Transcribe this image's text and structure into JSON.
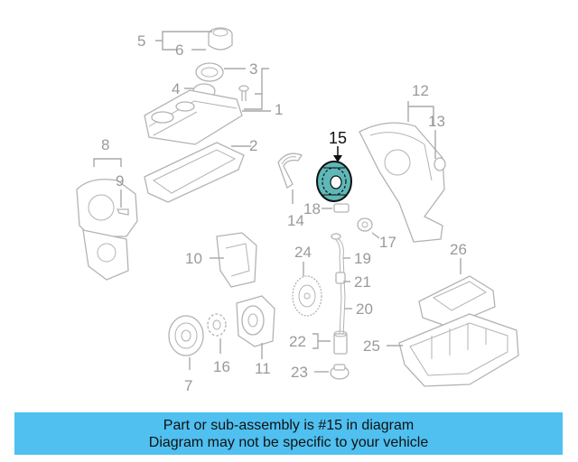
{
  "diagram": {
    "highlighted_part": "15",
    "labels": [
      "1",
      "2",
      "3",
      "4",
      "5",
      "6",
      "7",
      "8",
      "9",
      "10",
      "11",
      "12",
      "13",
      "14",
      "15",
      "16",
      "17",
      "18",
      "19",
      "20",
      "21",
      "22",
      "23",
      "24",
      "25",
      "26"
    ]
  },
  "banner": {
    "line1": "Part or sub-assembly is #15 in diagram",
    "line2": "Diagram may not be specific to your vehicle",
    "color": "#4fc0f0"
  },
  "colors": {
    "part_outline": "#b3b3b3",
    "label_gray": "#9a9a9a",
    "highlight_fill": "#5fb8b8",
    "highlight_outline": "#111111"
  }
}
